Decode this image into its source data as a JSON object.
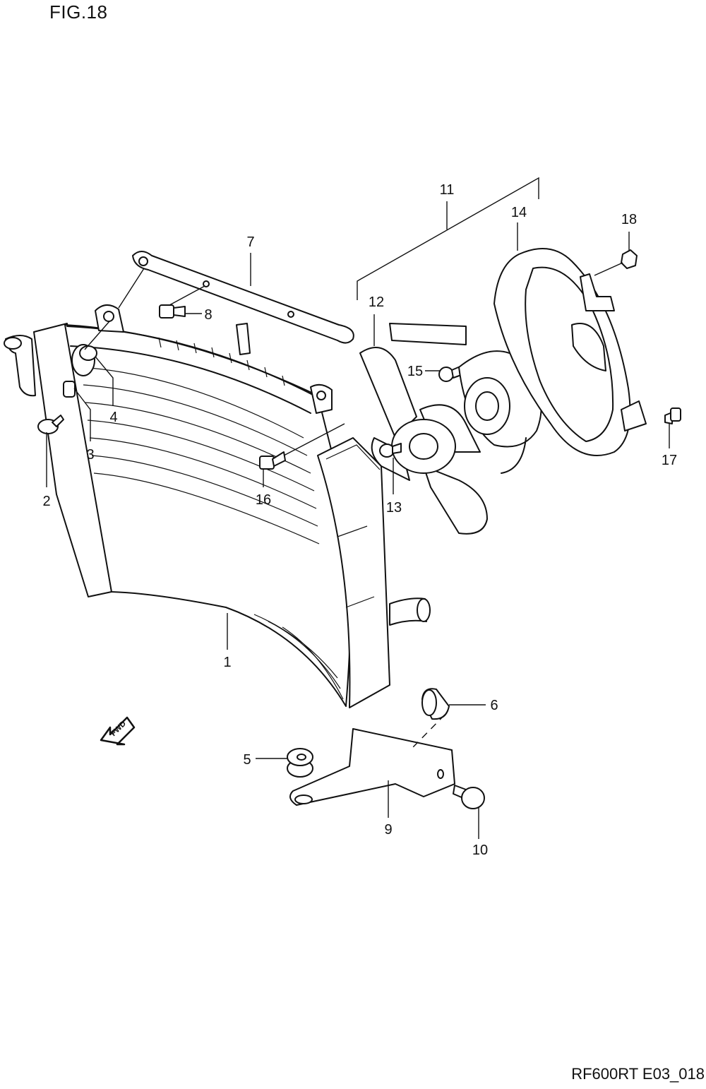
{
  "figure": {
    "title": "FIG.18",
    "reference_code": "RF600RT E03_018"
  },
  "fwd_marker": {
    "text": "FWD"
  },
  "callouts": [
    {
      "id": "1",
      "label": "1"
    },
    {
      "id": "2",
      "label": "2"
    },
    {
      "id": "3",
      "label": "3"
    },
    {
      "id": "4",
      "label": "4"
    },
    {
      "id": "5",
      "label": "5"
    },
    {
      "id": "6",
      "label": "6"
    },
    {
      "id": "7",
      "label": "7"
    },
    {
      "id": "8",
      "label": "8"
    },
    {
      "id": "9",
      "label": "9"
    },
    {
      "id": "10",
      "label": "10"
    },
    {
      "id": "11",
      "label": "11"
    },
    {
      "id": "12",
      "label": "12"
    },
    {
      "id": "13",
      "label": "13"
    },
    {
      "id": "14",
      "label": "14"
    },
    {
      "id": "15",
      "label": "15"
    },
    {
      "id": "16",
      "label": "16"
    },
    {
      "id": "17",
      "label": "17"
    },
    {
      "id": "18",
      "label": "18"
    }
  ]
}
